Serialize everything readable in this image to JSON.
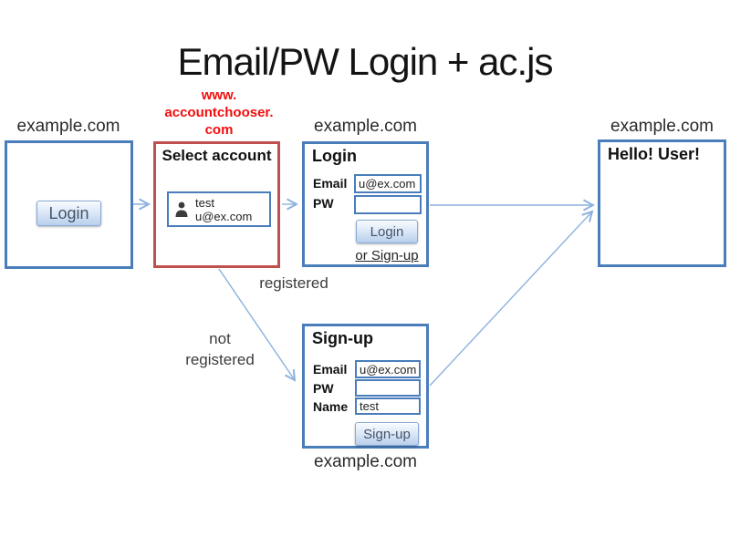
{
  "title": "Email/PW Login + ac.js",
  "accountchooser_domain": {
    "line1": "www.",
    "line2": "accountchooser.",
    "line3": "com"
  },
  "domains": {
    "site": "example.com",
    "login": "example.com",
    "hello": "example.com",
    "signup": "example.com"
  },
  "flow_labels": {
    "registered": "registered",
    "not_registered_line1": "not",
    "not_registered_line2": "registered"
  },
  "site_window": {
    "login_button": "Login"
  },
  "chooser_window": {
    "title": "Select account",
    "account_name": "test",
    "account_email": "u@ex.com"
  },
  "login_window": {
    "title": "Login",
    "email_label": "Email",
    "pw_label": "PW",
    "email_value": "u@ex.com",
    "pw_value": "",
    "login_button": "Login",
    "signup_link": "or Sign-up"
  },
  "hello_window": {
    "title": "Hello! User!"
  },
  "signup_window": {
    "title": "Sign-up",
    "email_label": "Email",
    "pw_label": "PW",
    "name_label": "Name",
    "email_value": "u@ex.com",
    "pw_value": "",
    "name_value": "test",
    "signup_button": "Sign-up"
  },
  "icons": {
    "account_item": "person-icon"
  },
  "colors": {
    "blue_border": "#4a7ebb",
    "red_border": "#c0504d",
    "arrow": "#8cb1dd",
    "red_text": "#f20d0d"
  }
}
